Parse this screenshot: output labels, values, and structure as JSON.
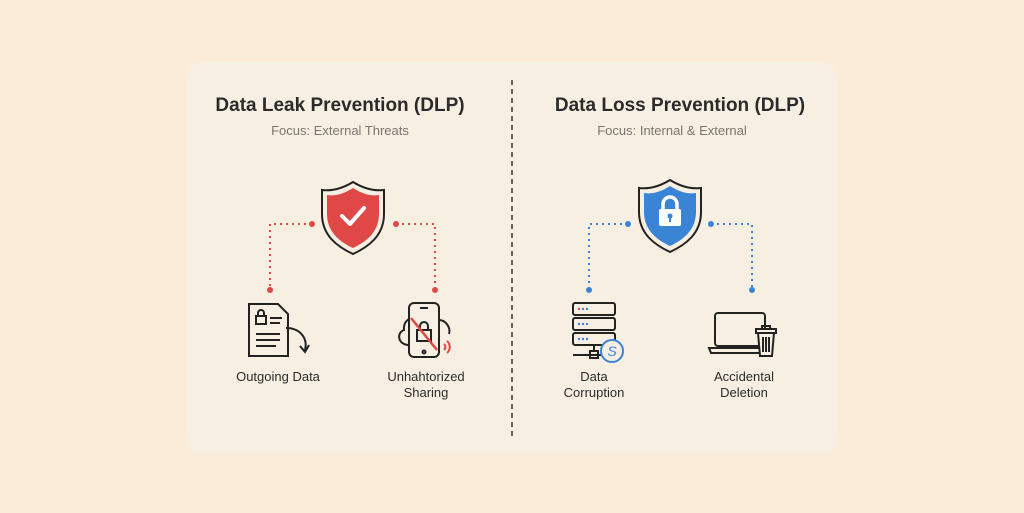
{
  "left": {
    "title": "Data Leak Prevention (DLP)",
    "subtitle": "Focus: External Threats",
    "accent": "#e04848",
    "items": [
      {
        "label": "Outgoing Data",
        "icon": "document-lock-icon"
      },
      {
        "label_line1": "Unhahtorized",
        "label_line2": "Sharing",
        "icon": "phone-blocked-icon"
      }
    ]
  },
  "right": {
    "title": "Data Loss Prevention (DLP)",
    "subtitle": "Focus: Internal & External",
    "accent": "#3a84d6",
    "items": [
      {
        "label_line1": "Data",
        "label_line2": "Corruption",
        "icon": "server-icon"
      },
      {
        "label_line1": "Accidental",
        "label_line2": "Deletion",
        "icon": "laptop-trash-icon"
      }
    ]
  }
}
